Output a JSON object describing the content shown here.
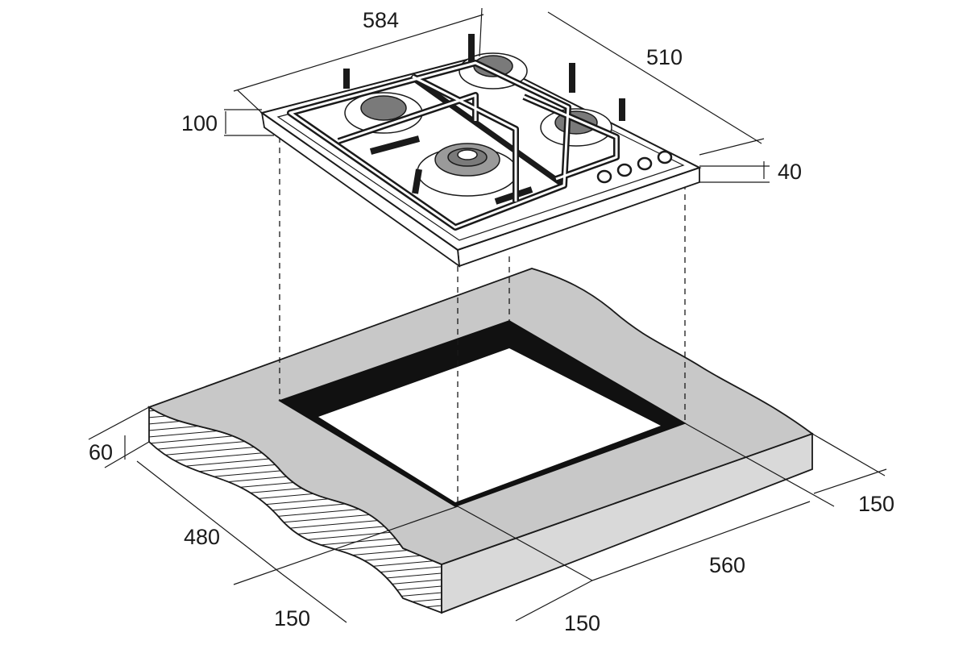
{
  "colors": {
    "line": "#1a1a1a",
    "countertop": "#c8c8c8",
    "countertop_edge": "#d9d9d9",
    "burner_inner": "#7a7a7a",
    "burner_cap": "#9a9a9a",
    "hob_surface": "#ffffff"
  },
  "hob": {
    "burner_count": 4,
    "knob_count": 4
  },
  "dimensions": {
    "hob_width": "584",
    "hob_depth": "510",
    "hob_height_with_grates": "100",
    "hob_body_height": "40",
    "counter_thickness": "60",
    "cutout_depth": "480",
    "cutout_width": "560",
    "clearance_right": "150",
    "clearance_front": "150",
    "clearance_left": "150"
  }
}
